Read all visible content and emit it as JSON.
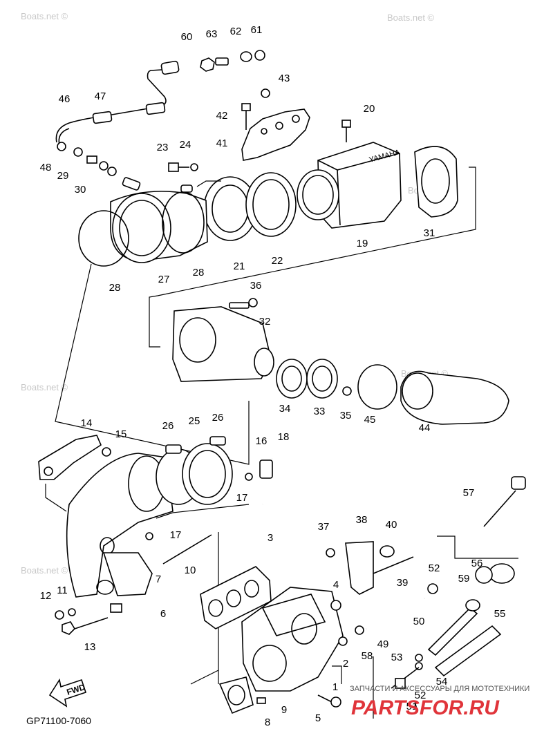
{
  "watermarks": [
    "Boats.net ©",
    "Boats.net ©",
    "Boats.net ©",
    "Boats.net ©",
    "Boats.net ©",
    "Boats.net ©"
  ],
  "diagram_code": "GP71100-7060",
  "fwd_label": "FWD",
  "shop_caption": "ЗАПЧАСТИ И АКСЕССУАРЫ ДЛЯ МОТОТЕХНИКИ",
  "brand_logo": "PARTSFOR.RU",
  "housing_brand": "YAMAHA",
  "callouts": [
    "60",
    "63",
    "62",
    "61",
    "43",
    "46",
    "47",
    "42",
    "20",
    "41",
    "23",
    "24",
    "48",
    "29",
    "30",
    "31",
    "19",
    "21",
    "22",
    "28",
    "27",
    "28",
    "36",
    "32",
    "34",
    "33",
    "35",
    "45",
    "44",
    "14",
    "15",
    "26",
    "25",
    "26",
    "16",
    "18",
    "17",
    "17",
    "10",
    "3",
    "37",
    "38",
    "40",
    "57",
    "56",
    "59",
    "52",
    "7",
    "6",
    "12",
    "11",
    "13",
    "4",
    "39",
    "50",
    "49",
    "58",
    "2",
    "53",
    "55",
    "1",
    "54",
    "52",
    "51",
    "9",
    "5",
    "8"
  ]
}
